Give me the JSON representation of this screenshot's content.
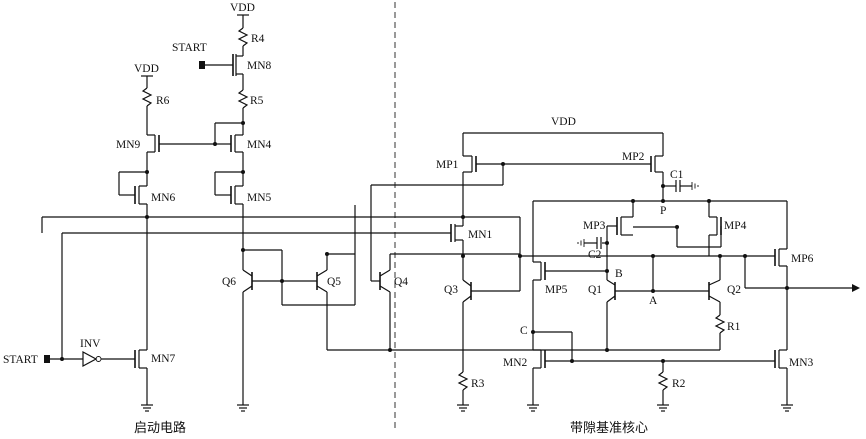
{
  "labels": {
    "vdd_top": "VDD",
    "vdd_left": "VDD",
    "vdd_box": "VDD",
    "start_top": "START",
    "start_left": "START",
    "inv": "INV",
    "R1": "R1",
    "R2": "R2",
    "R3": "R3",
    "R4": "R4",
    "R5": "R5",
    "R6": "R6",
    "MN1": "MN1",
    "MN2": "MN2",
    "MN3": "MN3",
    "MN4": "MN4",
    "MN5": "MN5",
    "MN6": "MN6",
    "MN7": "MN7",
    "MN8": "MN8",
    "MN9": "MN9",
    "MP1": "MP1",
    "MP2": "MP2",
    "MP3": "MP3",
    "MP4": "MP4",
    "MP5": "MP5",
    "MP6": "MP6",
    "Q1": "Q1",
    "Q2": "Q2",
    "Q3": "Q3",
    "Q4": "Q4",
    "Q5": "Q5",
    "Q6": "Q6",
    "C1": "C1",
    "C2": "C2",
    "node_P": "P",
    "node_A": "A",
    "node_B": "B",
    "node_C": "C"
  },
  "captions": {
    "left": "启动电路",
    "right": "带隙基准核心"
  }
}
